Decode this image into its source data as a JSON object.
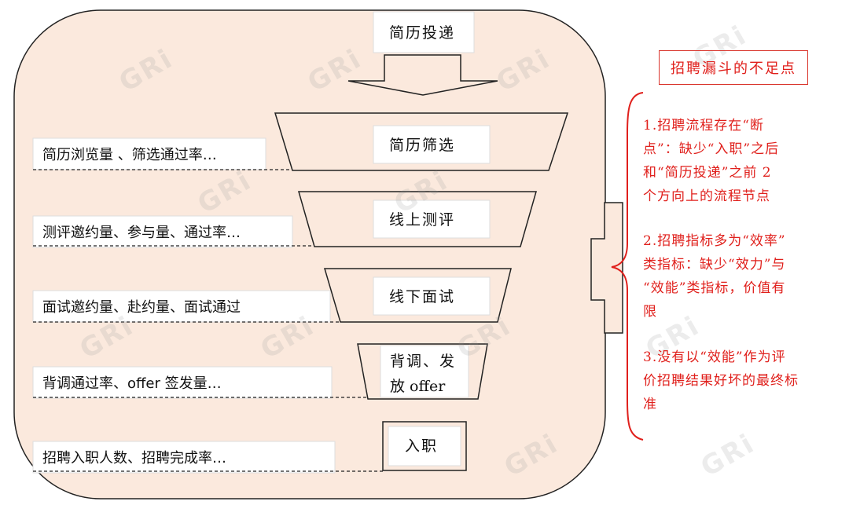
{
  "funnel": {
    "stages": [
      {
        "id": "resume-submit",
        "label": "简历投递"
      },
      {
        "id": "resume-screen",
        "label": "简历筛选"
      },
      {
        "id": "online-test",
        "label": "线上测评"
      },
      {
        "id": "interview",
        "label": "线下面试"
      },
      {
        "id": "background-check",
        "label_line1": "背调、发",
        "label_line2": "放 offer"
      },
      {
        "id": "onboard",
        "label": "入职"
      }
    ],
    "metrics": [
      "简历浏览量 、筛选通过率…",
      "测评邀约量、参与量、通过率…",
      "面试邀约量、赴约量、面试通过",
      "背调通过率、offer 签发量…",
      "招聘入职人数、招聘完成率…"
    ]
  },
  "shortcomings": {
    "title": "招聘漏斗的不足点",
    "points": [
      [
        "1.招聘流程存在“断",
        "点”：缺少“入职”之后",
        "和“简历投递”之前 2",
        "个方向上的流程节点"
      ],
      [
        "2.招聘指标多为“效率”",
        "类指标：缺少“效力”与",
        "“效能”类指标，价值有",
        "限"
      ],
      [
        "3.没有以“效能”作为评",
        "价招聘结果好坏的最终标",
        "准"
      ]
    ]
  },
  "watermark": "GRi",
  "colors": {
    "panel_fill": "#fbe9dd",
    "accent_red": "#e0201c",
    "line": "#222222"
  }
}
